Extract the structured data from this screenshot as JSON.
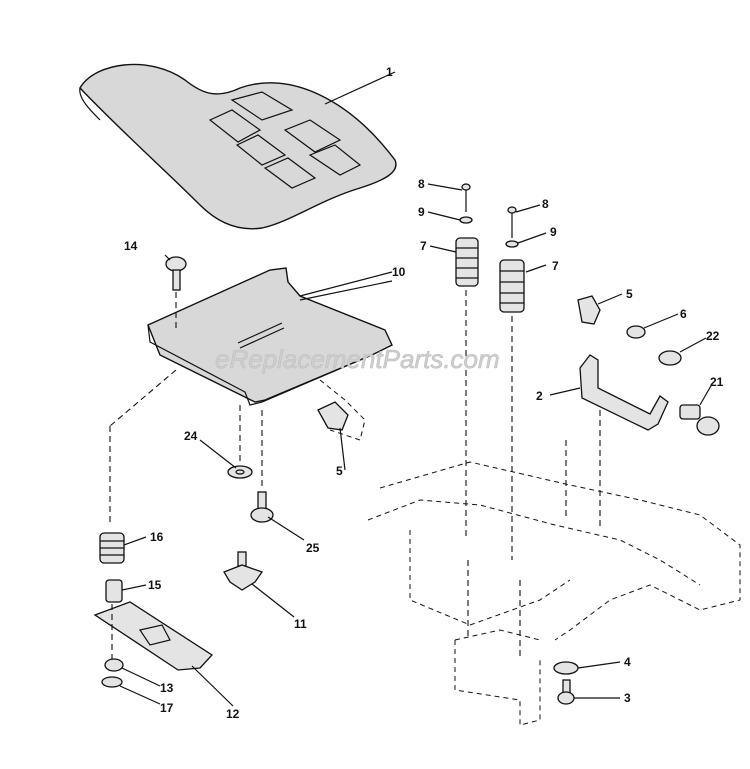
{
  "watermark": "eReplacementParts.com",
  "callouts": [
    "1",
    "2",
    "3",
    "4",
    "5",
    "5",
    "6",
    "7",
    "7",
    "8",
    "8",
    "9",
    "9",
    "10",
    "11",
    "12",
    "13",
    "14",
    "15",
    "16",
    "17",
    "21",
    "22",
    "24",
    "25"
  ]
}
